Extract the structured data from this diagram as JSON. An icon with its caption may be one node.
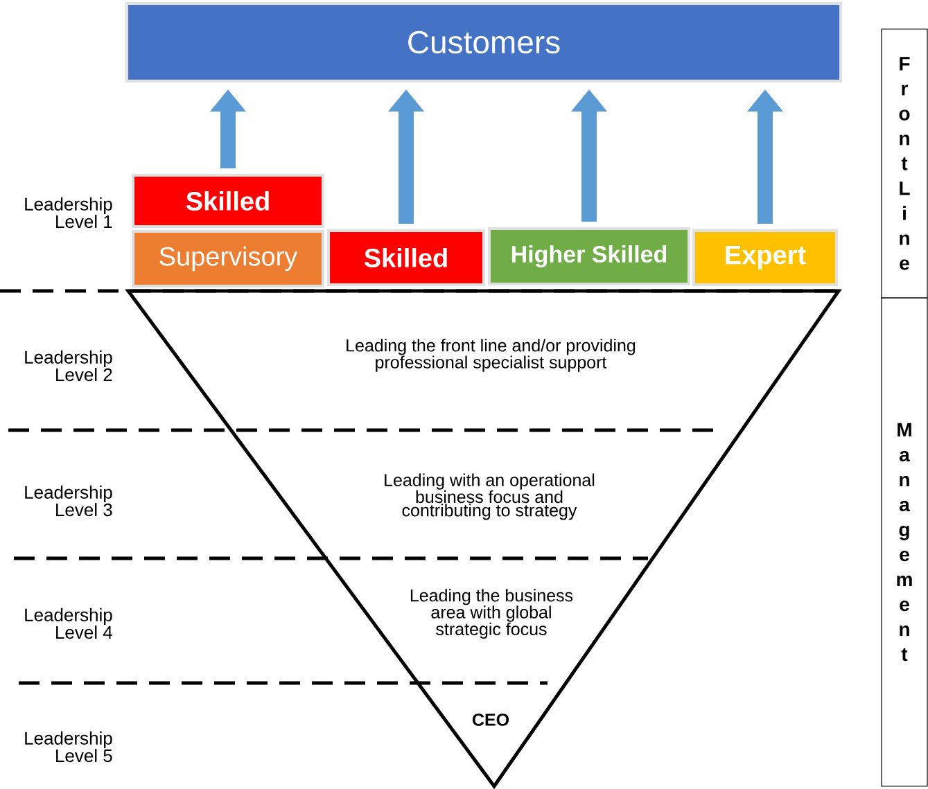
{
  "diagram": {
    "nodes": [
      {
        "text": [
          "Customers"
        ]
      },
      {
        "text": [
          "Skilled"
        ]
      },
      {
        "text": [
          "Supervisory"
        ]
      },
      {
        "text": [
          "Skilled"
        ]
      },
      {
        "text": [
          "Higher Skilled"
        ]
      },
      {
        "text": [
          "Expert"
        ]
      },
      {
        "text": [
          "Front Line"
        ]
      },
      {
        "text": [
          "Management"
        ]
      },
      {
        "text": [
          "Leading the front line and/or providing professional specialist support",
          "Leading with an operational business focus and contributing to strategy",
          "Leading the business area with global strategic focus",
          "CEO"
        ]
      }
    ],
    "edges": [
      {
        "from": 1,
        "to": 0,
        "arrow": "to"
      },
      {
        "from": 3,
        "to": 0,
        "arrow": "to"
      },
      {
        "from": 4,
        "to": 0,
        "arrow": "to"
      },
      {
        "from": 5,
        "to": 0,
        "arrow": "to"
      }
    ],
    "labels": [
      "Leadership Level 1",
      "Leadership Level 2",
      "Leadership Level 3",
      "Leadership Level 4",
      "Leadership Level 5"
    ]
  }
}
